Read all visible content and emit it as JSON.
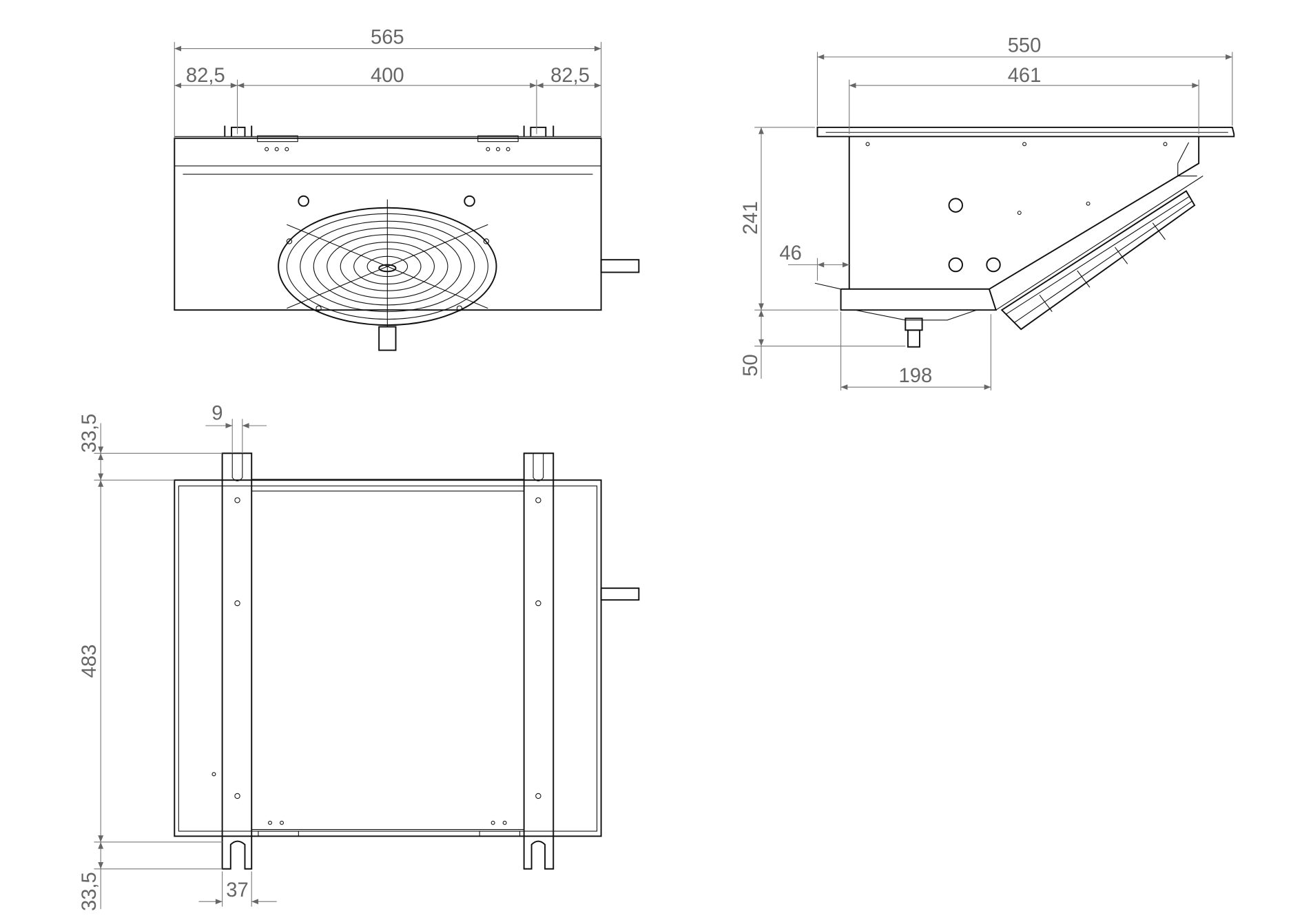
{
  "front_view": {
    "overall_width": "565",
    "left_offset": "82,5",
    "bracket_spacing": "400",
    "right_offset": "82,5"
  },
  "side_view": {
    "flange_width": "550",
    "body_width": "461",
    "height": "241",
    "bottom_offset": "46",
    "drain_height": "50",
    "bottom_width": "198"
  },
  "bottom_view": {
    "rail_slot": "9",
    "top_overhang": "33,5",
    "rail_length": "483",
    "bottom_overhang": "33,5",
    "rail_width": "37"
  },
  "colors": {
    "line": "#111111",
    "dimension": "#777777"
  }
}
